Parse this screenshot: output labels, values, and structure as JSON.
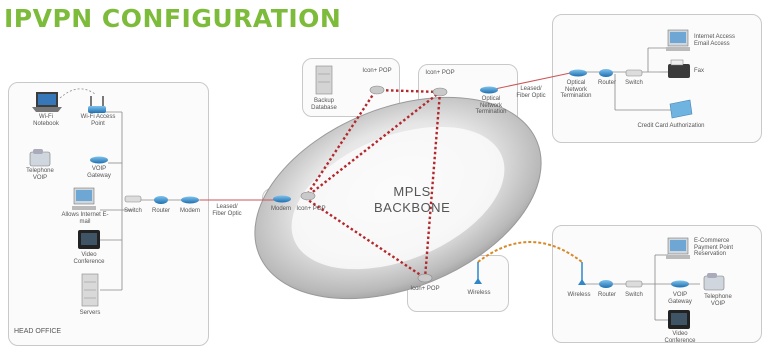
{
  "title": "IPVPN CONFIGURATION",
  "backbone": {
    "line1": "MPLS",
    "line2": "BACKBONE"
  },
  "head_office": {
    "label": "HEAD OFFICE",
    "wifi_notebook": "Wi-Fi Notebook",
    "wifi_ap": "Wi-Fi Access Point",
    "telephone_voip": "Telephone VOIP",
    "voip_gateway": "VOIP Gateway",
    "allows_internet": "Allows Internet E-mail",
    "switch": "Switch",
    "router": "Router",
    "modem": "Modem",
    "video_conference": "Video Conference",
    "servers": "Servers"
  },
  "links": {
    "leased_left": "Leased/ Fiber Optic",
    "leased_top": "Leased/ Fiber Optic"
  },
  "pops": {
    "center_modem": "Modem",
    "center_pop": "Icon+ POP",
    "backup_pop": "Icon+ POP",
    "backup_db": "Backup Database",
    "top_pop": "Icon+ POP",
    "optical_term": "Optical Network Termination",
    "bottom_pop": "Icon+ POP",
    "wireless": "Wireless"
  },
  "top_right": {
    "optical_term": "Optical Network Termination",
    "router": "Router",
    "switch": "Switch",
    "internet_email": "Internet Access Email Access",
    "fax": "Fax",
    "credit_card": "Credit Card Authorization"
  },
  "bottom_right": {
    "wireless": "Wireless",
    "router": "Router",
    "switch": "Switch",
    "ecommerce": "E-Commerce Payment Point Reservation",
    "voip_gateway": "VOIP Gateway",
    "telephone_voip": "Telephone VOIP",
    "video_conference": "Video Conference"
  },
  "colors": {
    "title": "#7dbb3a",
    "link_red": "#b3282d",
    "wireless_arc": "#d8892a",
    "device_blue": "#2f86c9"
  }
}
